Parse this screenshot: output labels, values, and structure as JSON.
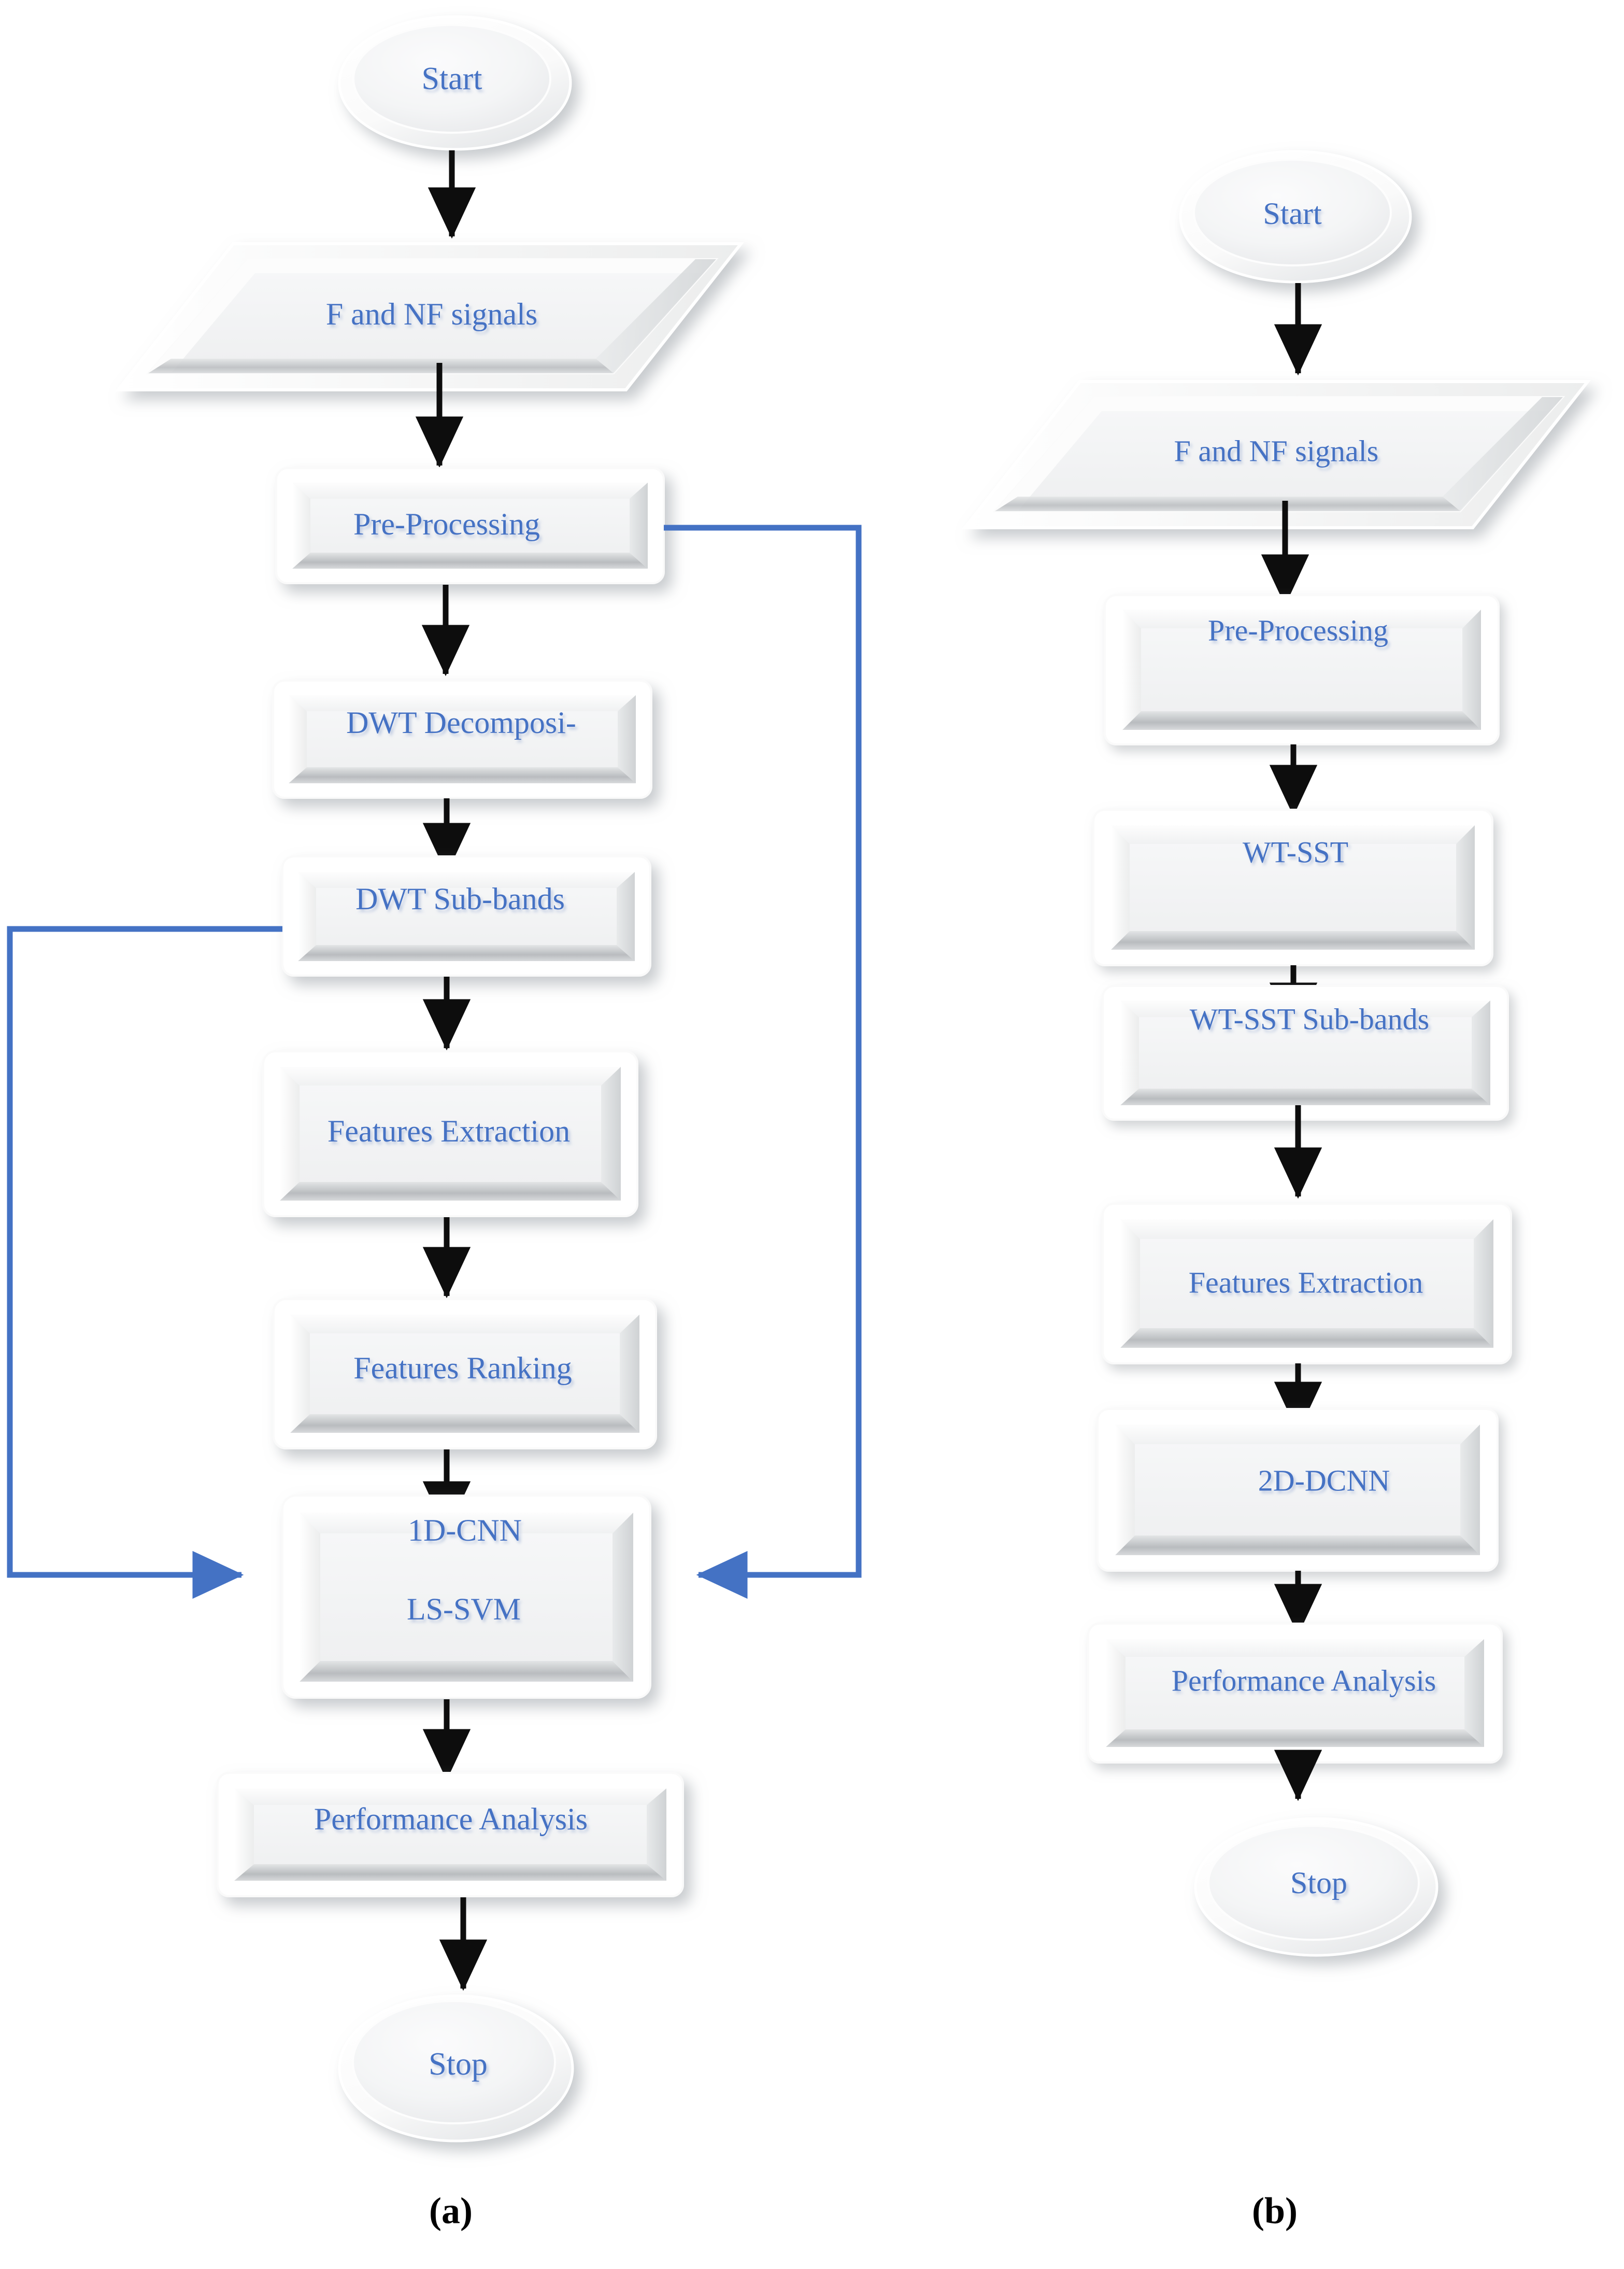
{
  "figure": {
    "type": "flowchart",
    "background_color": "#ffffff",
    "text_color": "#4472C4",
    "arrow_color": "#000000",
    "feedback_line_color": "#4472C4",
    "shape_fill": "#F3F4F6",
    "panels": [
      {
        "id": "a",
        "caption": "(a)"
      },
      {
        "id": "b",
        "caption": "(b)"
      }
    ]
  },
  "panel_a": {
    "caption": "(a)",
    "nodes": [
      {
        "id": "a_start",
        "label": "Start",
        "shape": "terminator"
      },
      {
        "id": "a_data",
        "label": "F and NF signals",
        "shape": "data"
      },
      {
        "id": "a_pre",
        "label": "Pre-Processing",
        "shape": "process"
      },
      {
        "id": "a_dwt",
        "label": "DWT Decomposi-",
        "shape": "process"
      },
      {
        "id": "a_subbands",
        "label": "DWT Sub-bands",
        "shape": "process"
      },
      {
        "id": "a_featext",
        "label": "Features Extraction",
        "shape": "process"
      },
      {
        "id": "a_featrank",
        "label": "Features Ranking",
        "shape": "process"
      },
      {
        "id": "a_model",
        "label_1": "1D-CNN",
        "label_2": "LS-SVM",
        "shape": "process"
      },
      {
        "id": "a_perf",
        "label": "Performance Analysis",
        "shape": "process"
      },
      {
        "id": "a_stop",
        "label": "Stop",
        "shape": "terminator"
      }
    ],
    "edges": [
      {
        "from": "a_start",
        "to": "a_data",
        "style": "black-arrow"
      },
      {
        "from": "a_data",
        "to": "a_pre",
        "style": "black-arrow"
      },
      {
        "from": "a_pre",
        "to": "a_dwt",
        "style": "black-arrow"
      },
      {
        "from": "a_dwt",
        "to": "a_subbands",
        "style": "black-arrow"
      },
      {
        "from": "a_subbands",
        "to": "a_featext",
        "style": "black-arrow"
      },
      {
        "from": "a_featext",
        "to": "a_featrank",
        "style": "black-arrow"
      },
      {
        "from": "a_featrank",
        "to": "a_model",
        "style": "black-arrow"
      },
      {
        "from": "a_model",
        "to": "a_perf",
        "style": "black-arrow"
      },
      {
        "from": "a_perf",
        "to": "a_stop",
        "style": "black-arrow"
      },
      {
        "from": "a_subbands",
        "to": "a_model",
        "style": "blue-feedback-left"
      },
      {
        "from": "a_pre",
        "to": "a_model",
        "style": "blue-feedback-right"
      }
    ]
  },
  "panel_b": {
    "caption": "(b)",
    "nodes": [
      {
        "id": "b_start",
        "label": "Start",
        "shape": "terminator"
      },
      {
        "id": "b_data",
        "label": "F and NF signals",
        "shape": "data"
      },
      {
        "id": "b_pre",
        "label": "Pre-Processing",
        "shape": "process"
      },
      {
        "id": "b_wtsst",
        "label": "WT-SST",
        "shape": "process"
      },
      {
        "id": "b_subbands",
        "label": "WT-SST Sub-bands",
        "shape": "process"
      },
      {
        "id": "b_featext",
        "label": "Features Extraction",
        "shape": "process"
      },
      {
        "id": "b_dcnn",
        "label": "2D-DCNN",
        "shape": "process"
      },
      {
        "id": "b_perf",
        "label": "Performance Analysis",
        "shape": "process"
      },
      {
        "id": "b_stop",
        "label": "Stop",
        "shape": "terminator"
      }
    ],
    "edges": [
      {
        "from": "b_start",
        "to": "b_data",
        "style": "black-arrow"
      },
      {
        "from": "b_data",
        "to": "b_pre",
        "style": "black-arrow"
      },
      {
        "from": "b_pre",
        "to": "b_wtsst",
        "style": "black-arrow"
      },
      {
        "from": "b_wtsst",
        "to": "b_subbands",
        "style": "black-arrow"
      },
      {
        "from": "b_subbands",
        "to": "b_featext",
        "style": "black-arrow"
      },
      {
        "from": "b_featext",
        "to": "b_dcnn",
        "style": "black-arrow"
      },
      {
        "from": "b_dcnn",
        "to": "b_perf",
        "style": "black-arrow"
      },
      {
        "from": "b_perf",
        "to": "b_stop",
        "style": "black-arrow"
      }
    ]
  }
}
